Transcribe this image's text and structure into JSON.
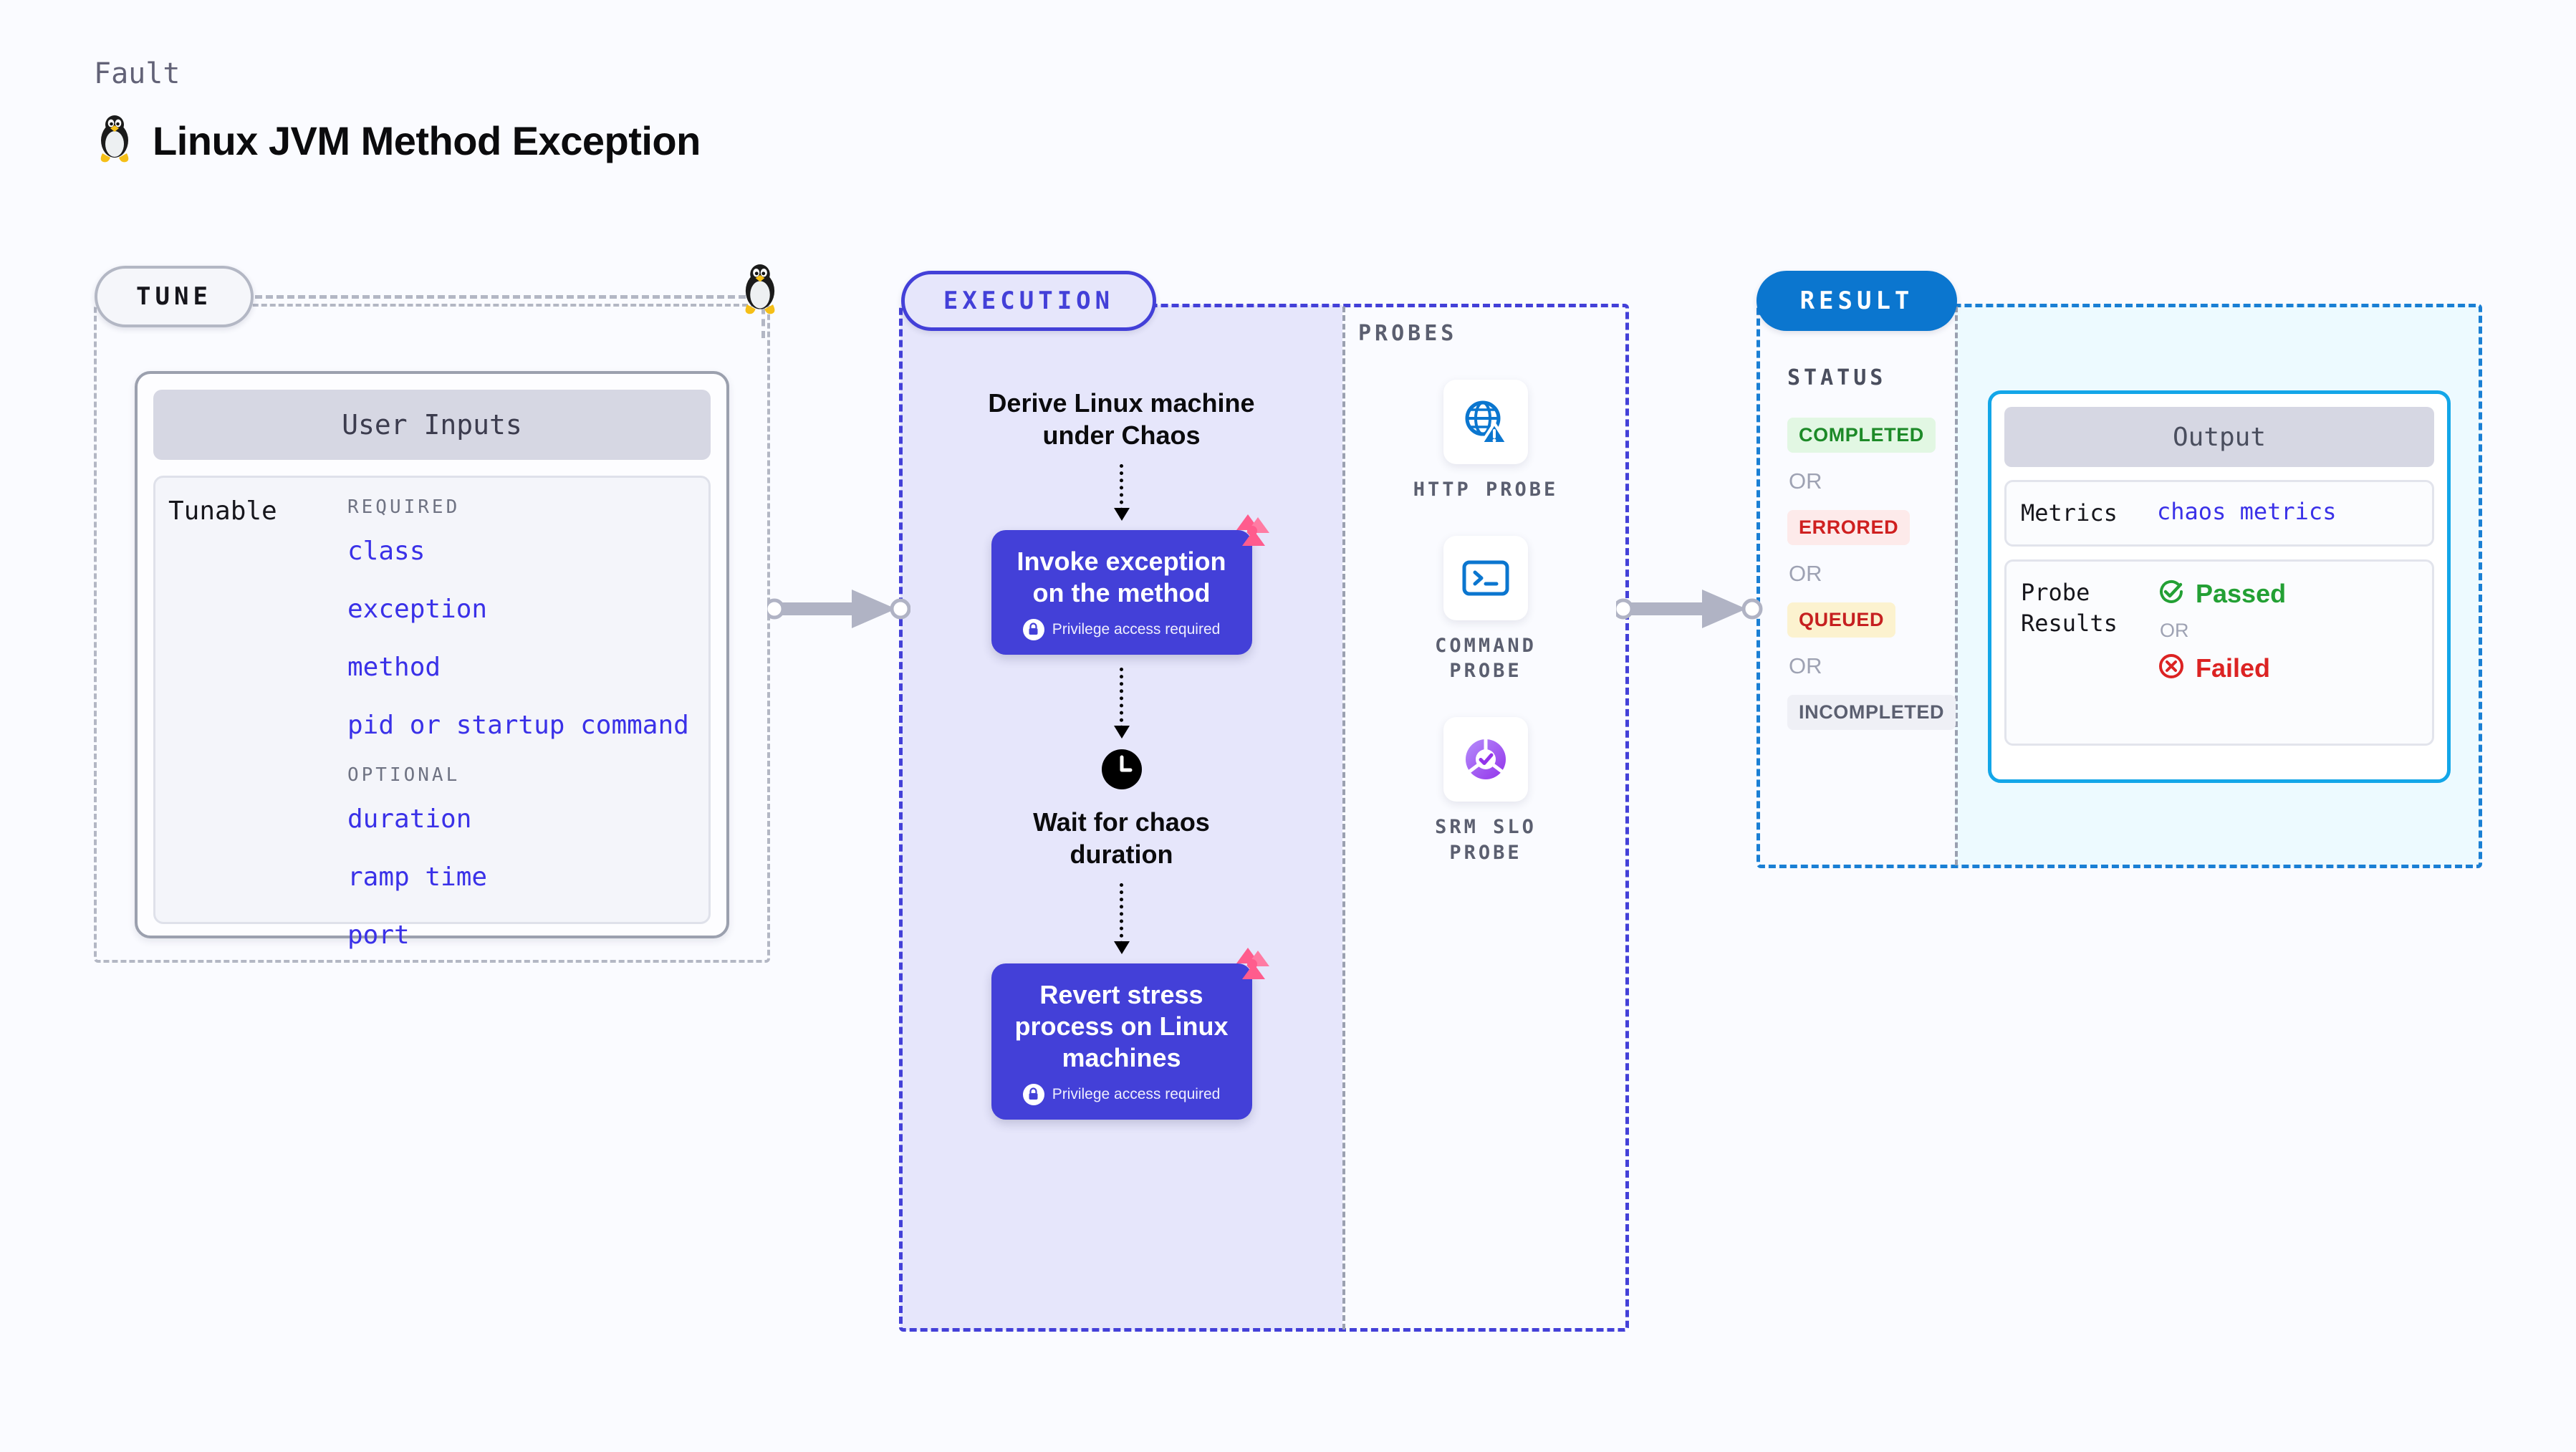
{
  "header": {
    "eyebrow": "Fault",
    "title": "Linux JVM Method Exception",
    "icon": "linux-penguin-icon"
  },
  "tune": {
    "badge": "TUNE",
    "corner_icon": "linux-penguin-icon",
    "card_title": "User Inputs",
    "tunable_label": "Tunable",
    "groups": [
      {
        "title": "REQUIRED",
        "params": [
          "class",
          "exception",
          "method",
          "pid or startup command"
        ]
      },
      {
        "title": "OPTIONAL",
        "params": [
          "duration",
          "ramp time",
          "port"
        ]
      }
    ]
  },
  "execution": {
    "badge": "EXECUTION",
    "flow": [
      {
        "type": "text",
        "label": "Derive Linux machine\nunder Chaos"
      },
      {
        "type": "card",
        "title": "Invoke exception\non the method",
        "subtitle": "Privilege access required",
        "icon": "lock-icon",
        "marker": "chaos-ribbon-icon"
      },
      {
        "type": "text",
        "label": "Wait for chaos\nduration",
        "icon": "clock-icon"
      },
      {
        "type": "card",
        "title": "Revert stress\nprocess on Linux\nmachines",
        "subtitle": "Privilege access required",
        "icon": "lock-icon",
        "marker": "chaos-ribbon-icon"
      }
    ]
  },
  "probes": {
    "title": "PROBES",
    "items": [
      {
        "label": "HTTP PROBE",
        "icon": "globe-warning-icon"
      },
      {
        "label": "COMMAND\nPROBE",
        "icon": "terminal-icon"
      },
      {
        "label": "SRM SLO\nPROBE",
        "icon": "slo-donut-check-icon"
      }
    ]
  },
  "result": {
    "badge": "RESULT",
    "status_title": "STATUS",
    "or_label": "OR",
    "statuses": [
      {
        "label": "COMPLETED",
        "color": "#1d8a28",
        "bg": "#e2f7e3"
      },
      {
        "label": "ERRORED",
        "color": "#cf2020",
        "bg": "#fdeaea"
      },
      {
        "label": "QUEUED",
        "color": "#c62020",
        "bg": "#fcf2cf"
      },
      {
        "label": "INCOMPLETED",
        "color": "#5b5f70",
        "bg": "#eff0f6"
      }
    ],
    "output": {
      "title": "Output",
      "metrics_key": "Metrics",
      "metrics_value": "chaos metrics",
      "probe_key": "Probe\nResults",
      "passed_label": "Passed",
      "failed_label": "Failed",
      "passed_icon": "check-circle-icon",
      "failed_icon": "x-circle-icon",
      "or_label": "OR"
    }
  },
  "connectors": [
    {
      "name": "tune-to-execution-arrow"
    },
    {
      "name": "probes-to-result-arrow"
    }
  ],
  "colors": {
    "accent_purple": "#4340d8",
    "accent_blue": "#0b76cf",
    "output_border": "#13a6e8",
    "param_link": "#3a31e8",
    "chaos_pink": "#ff5c8d"
  }
}
